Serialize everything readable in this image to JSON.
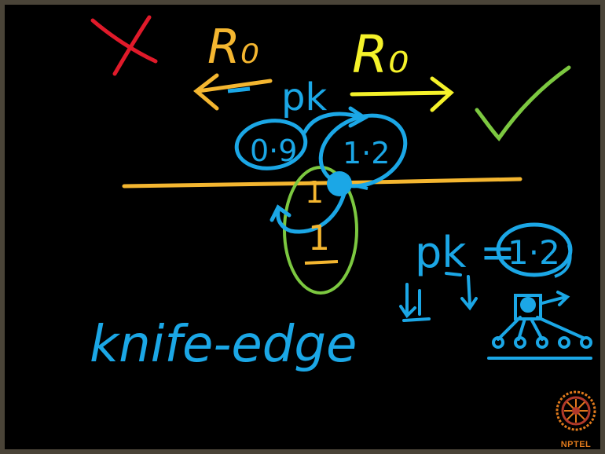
{
  "board": {
    "r0_left": "R₀",
    "r0_right": "R₀",
    "pk_top": "pk",
    "val_09": "0·9",
    "val_12": "1·2",
    "val_1_top": "1",
    "val_1_bottom": "1",
    "pk_eq": "pk =",
    "pk_eq_value": "1·2",
    "knife_edge": "knife-edge"
  },
  "colors": {
    "blue": "#1ba7e6",
    "yellow": "#f5f22a",
    "orange": "#f4b630",
    "red": "#e01a2a",
    "green": "#7cc840",
    "logo": "#e07a1c"
  },
  "logo": {
    "text": "NPTEL"
  }
}
